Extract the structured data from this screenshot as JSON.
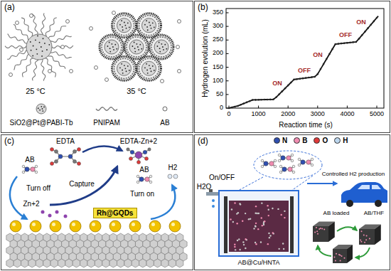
{
  "diagram": {
    "nodes": [
      {
        "text": [
          "(a)"
        ]
      },
      {
        "text": [
          "(b)"
        ]
      },
      {
        "text": [
          "(c)"
        ]
      },
      {
        "text": [
          "(d)"
        ]
      },
      {
        "text": [
          "Rh@GQDs"
        ],
        "in": 2
      }
    ],
    "labels": [
      "25 °C",
      "35 °C",
      "SiO2@Pt@PABI-Tb",
      "PNIPAM",
      "AB",
      "Hydrogen evolution (mL)",
      "Reaction time (s)",
      "0",
      "50",
      "100",
      "150",
      "200",
      "250",
      "300",
      "350",
      "0",
      "1000",
      "2000",
      "3000",
      "4000",
      "5000",
      "ON",
      "OFF",
      "ON",
      "OFF",
      "ON",
      "EDTA",
      "EDTA-Zn+2",
      "AB",
      "AB",
      "H2",
      "Turn off",
      "Capture",
      "Turn on",
      "Zn+2",
      "H2O",
      "On/OFF",
      "Controlled H2 production",
      "AB@Cu/HNTA",
      "AB loaded",
      "AB/THF"
    ],
    "legend": [
      {
        "text": "N",
        "color": "#2f4fb0"
      },
      {
        "text": "B",
        "color": "#f08cb0"
      },
      {
        "text": "O",
        "color": "#e03a3a"
      },
      {
        "text": "H",
        "color": "#bcd6ee"
      }
    ]
  }
}
